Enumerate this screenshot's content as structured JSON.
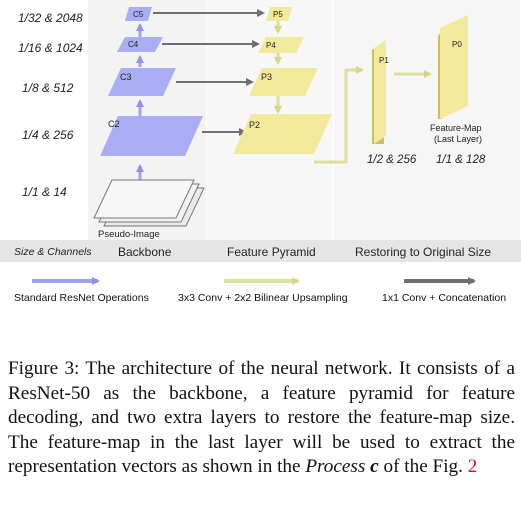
{
  "figure": {
    "size_labels": [
      "1/32 & 2048",
      "1/16 & 1024",
      "1/8 & 512",
      "1/4 & 256",
      "1/1 & 14"
    ],
    "column_header": "Size & Channels",
    "sections": [
      "Backbone",
      "Feature Pyramid",
      "Restoring to Original Size"
    ],
    "backbone_layers": [
      "C5",
      "C4",
      "C3",
      "C2"
    ],
    "pseudo_image_label": "Pseudo-Image",
    "pyramid_layers": [
      "P5",
      "P4",
      "P3",
      "P2"
    ],
    "restore_layers": [
      "P1",
      "P0"
    ],
    "p1_size": "1/2 & 256",
    "p0_size": "1/1 & 128",
    "feature_map_label": [
      "Feature-Map",
      "(Last Layer)"
    ],
    "legend": [
      {
        "label": "Standard ResNet Operations",
        "color": "#9fa3ef"
      },
      {
        "label": "3x3 Conv + 2x2 Bilinear Upsampling",
        "color": "#dedd9a"
      },
      {
        "label": "1x1 Conv + Concatenation",
        "color": "#6f6f6f"
      }
    ],
    "colors": {
      "backbone": "#a9adf3",
      "pyramid": "#f2ea9a",
      "restore": "#f2ea9a",
      "gray": "#6f6f6f",
      "section_bg": "#ececec"
    }
  },
  "caption": {
    "prefix": "Figure 3: The architecture of the neural network. It consists of a ResNet-50 as the backbone, a feature pyramid for feature decoding, and two extra layers to restore the feature-map size. The feature-map in the last layer will be used to extract the representation vectors as shown in the ",
    "process_word": "Process",
    "process_letter": "c",
    "middle": " of the Fig. ",
    "fig_ref": "2"
  }
}
